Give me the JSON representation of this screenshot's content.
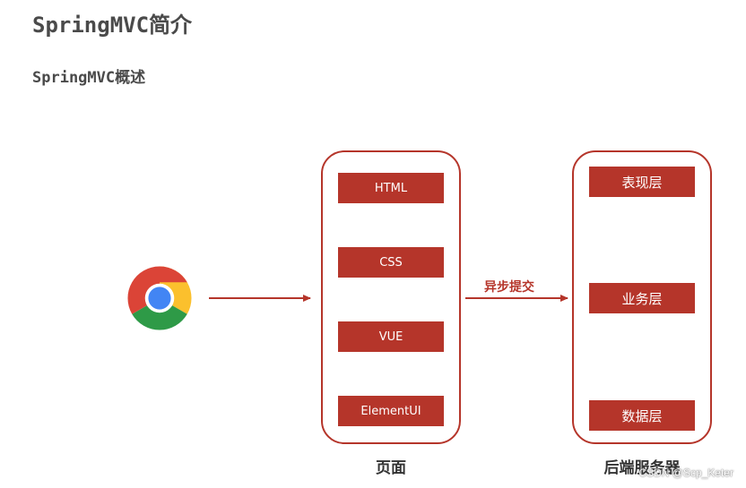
{
  "title": "SpringMVC简介",
  "subtitle": "SpringMVC概述",
  "browser": {
    "icon": "chrome-icon"
  },
  "frontend": {
    "caption": "页面",
    "items": [
      "HTML",
      "CSS",
      "VUE",
      "ElementUI"
    ]
  },
  "arrow_label": "异步提交",
  "backend": {
    "caption": "后端服务器",
    "layers": [
      "表现层",
      "业务层",
      "数据层"
    ]
  },
  "watermark": "CSDN @Scp_Keter",
  "colors": {
    "accent": "#b5352a",
    "text": "#4a4a4a"
  }
}
